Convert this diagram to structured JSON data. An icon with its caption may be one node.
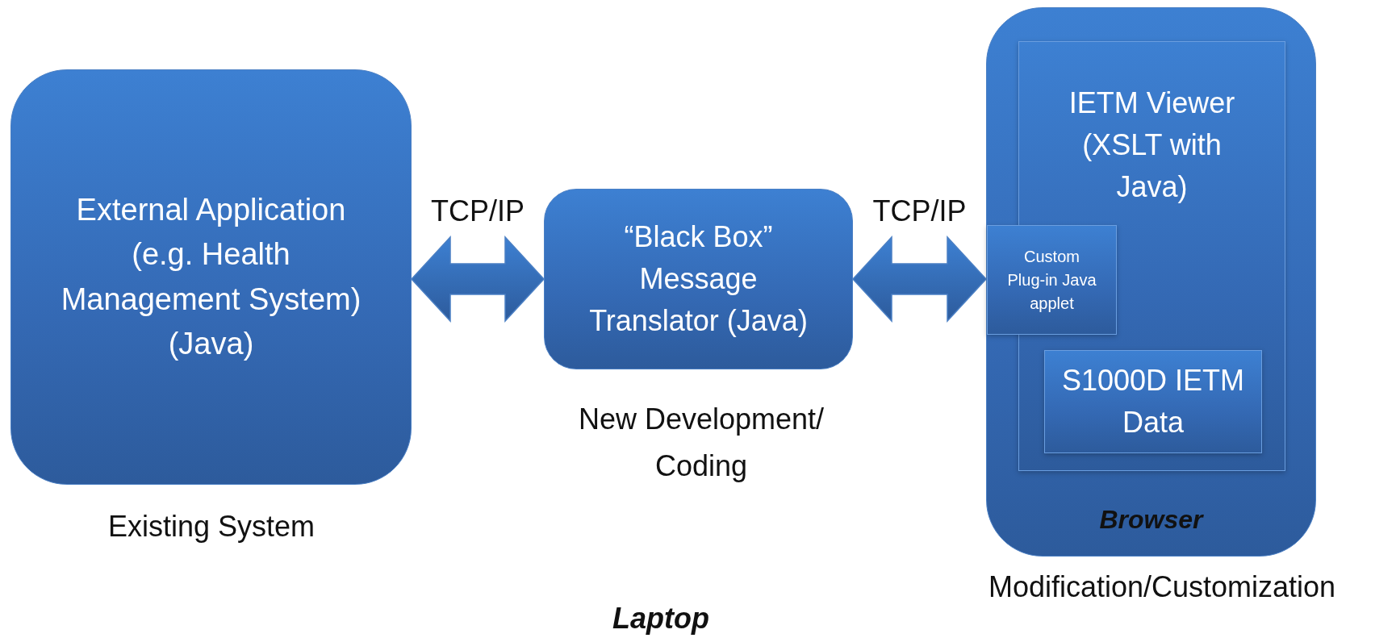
{
  "diagram": {
    "nodes": [
      {
        "text": [
          "External Application (e.g. Health Management System) (Java)"
        ],
        "beside": [
          "Existing System"
        ]
      },
      {
        "text": [
          "“Black Box” Message Translator (Java)"
        ],
        "beside": [
          "New Development/ Coding"
        ]
      },
      {
        "text": [
          "Browser"
        ],
        "beside": [
          "Modification/Customization"
        ]
      },
      {
        "text": [
          "IETM Viewer (XSLT with Java)"
        ],
        "in": 2
      },
      {
        "text": [
          "Custom Plug-in Java applet"
        ],
        "in": 2
      },
      {
        "text": [
          "S1000D IETM Data"
        ],
        "in": 3
      }
    ],
    "edges": [
      {
        "from": 0,
        "to": 1,
        "arrow": "both",
        "label": "TCP/IP"
      },
      {
        "from": 1,
        "to": 4,
        "arrow": "both",
        "label": "TCP/IP"
      }
    ],
    "labels": [
      "Laptop"
    ]
  }
}
